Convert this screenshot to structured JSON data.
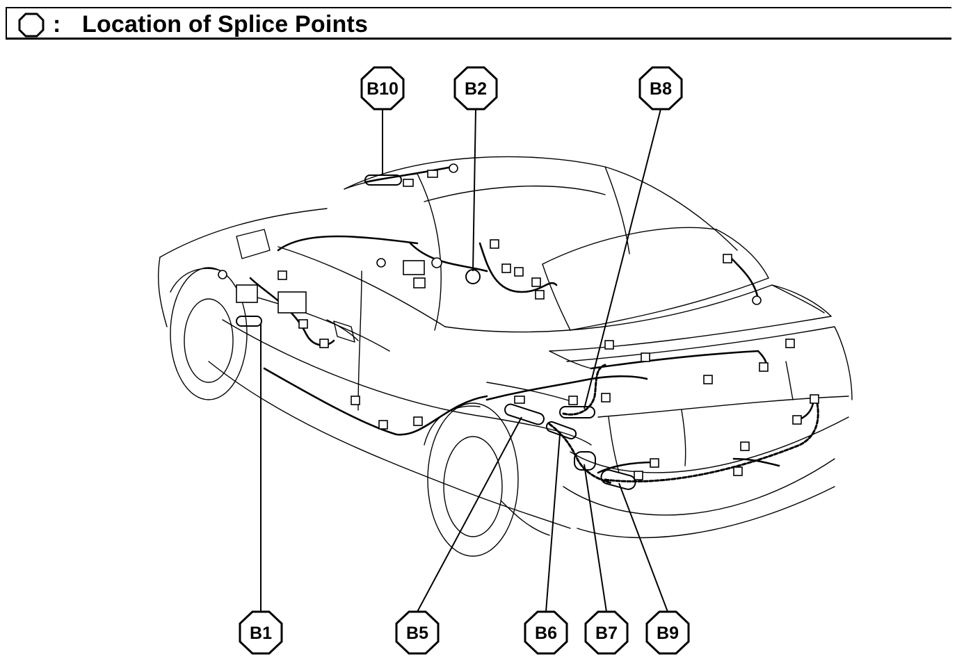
{
  "header": {
    "symbol": "octagon-icon",
    "colon": ":",
    "title": "Location of Splice Points"
  },
  "splice_points": [
    {
      "id": "b10",
      "label": "B10"
    },
    {
      "id": "b2",
      "label": "B2"
    },
    {
      "id": "b8",
      "label": "B8"
    },
    {
      "id": "b1",
      "label": "B1"
    },
    {
      "id": "b5",
      "label": "B5"
    },
    {
      "id": "b6",
      "label": "B6"
    },
    {
      "id": "b7",
      "label": "B7"
    },
    {
      "id": "b9",
      "label": "B9"
    }
  ]
}
